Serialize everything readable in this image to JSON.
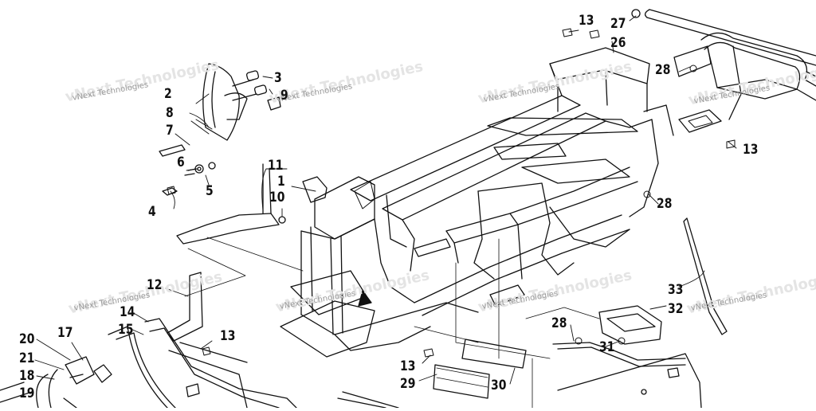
{
  "watermark": {
    "text": "vNext Technologies"
  },
  "callouts": [
    "1",
    "2",
    "3",
    "4",
    "5",
    "6",
    "7",
    "8",
    "9",
    "10",
    "11",
    "12",
    "13",
    "13",
    "13",
    "13",
    "14",
    "15",
    "17",
    "18",
    "19",
    "20",
    "21",
    "26",
    "27",
    "28",
    "28",
    "28",
    "29",
    "30",
    "31",
    "32",
    "33"
  ],
  "colors": {
    "line": "#111111",
    "watermark": "#9a9a9a"
  }
}
